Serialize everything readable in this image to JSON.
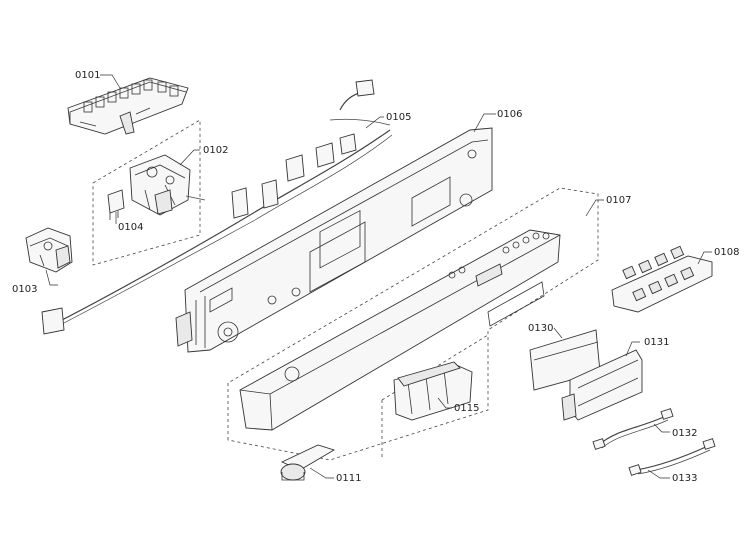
{
  "labels": {
    "p0101": "0101",
    "p0102": "0102",
    "p0103": "0103",
    "p0104": "0104",
    "p0105": "0105",
    "p0106": "0106",
    "p0107": "0107",
    "p0108": "0108",
    "p0111": "0111",
    "p0115": "0115",
    "p0130": "0130",
    "p0131": "0131",
    "p0132": "0132",
    "p0133": "0133"
  }
}
